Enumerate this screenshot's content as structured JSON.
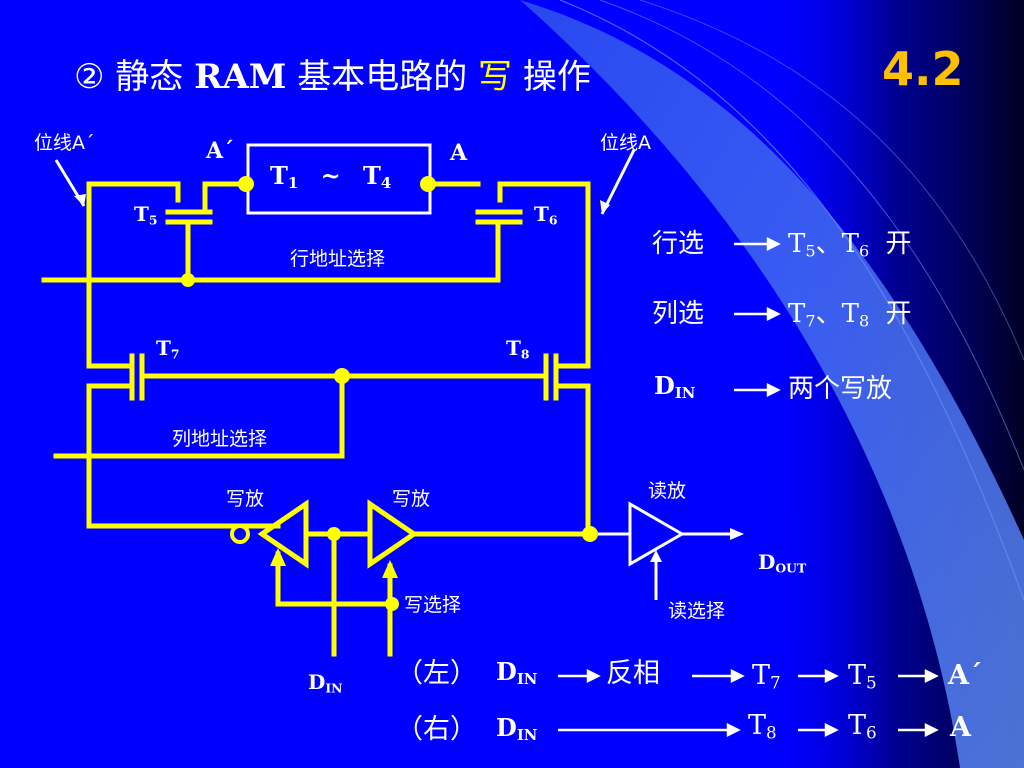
{
  "slide": {
    "section_number": "4.2",
    "title": {
      "prefix": "② 静态",
      "ram": "RAM",
      "middle": "基本电路的",
      "highlight": "写",
      "suffix": "操作"
    }
  },
  "diagram": {
    "bitline_left_label": "位线A´",
    "bitline_right_label": "位线A",
    "node_left_label": "A´",
    "node_right_label": "A",
    "cell_label": {
      "t1": "T",
      "t1_sub": "1",
      "tilde": "~",
      "t4": "T",
      "t4_sub": "4"
    },
    "t5_label": {
      "main": "T",
      "sub": "5"
    },
    "t6_label": {
      "main": "T",
      "sub": "6"
    },
    "t7_label": {
      "main": "T",
      "sub": "7"
    },
    "t8_label": {
      "main": "T",
      "sub": "8"
    },
    "row_select_label": "行地址选择",
    "col_select_label": "列地址选择",
    "write_amp_left_label": "写放",
    "write_amp_right_label": "写放",
    "write_select_label": "写选择",
    "read_amp_label": "读放",
    "read_select_label": "读选择",
    "din_label": {
      "main": "D",
      "sub": "IN"
    },
    "dout_label": {
      "main": "D",
      "sub": "OUT"
    }
  },
  "notes": {
    "row": {
      "text": "行选",
      "t_a": "T",
      "t_a_sub": "5",
      "sep": "、",
      "t_b": "T",
      "t_b_sub": "6",
      "state": "开"
    },
    "col": {
      "text": "列选",
      "t_a": "T",
      "t_a_sub": "7",
      "sep": "、",
      "t_b": "T",
      "t_b_sub": "8",
      "state": "开"
    },
    "din": {
      "main": "D",
      "sub": "IN",
      "text": "两个写放"
    }
  },
  "flow": {
    "left": {
      "tag": "（左）",
      "din_main": "D",
      "din_sub": "IN",
      "invert": "反相",
      "t_a": "T",
      "t_a_sub": "7",
      "t_b": "T",
      "t_b_sub": "5",
      "end": "A´"
    },
    "right": {
      "tag": "（右）",
      "din_main": "D",
      "din_sub": "IN",
      "t_a": "T",
      "t_a_sub": "8",
      "t_b": "T",
      "t_b_sub": "6",
      "end": "A"
    }
  },
  "colors": {
    "background": "#0000ff",
    "wire": "#ffff00",
    "text": "#ffffff",
    "accent_number": "#ffc000",
    "arc_light": "#3c66e8",
    "corner_dark": "#000033"
  }
}
